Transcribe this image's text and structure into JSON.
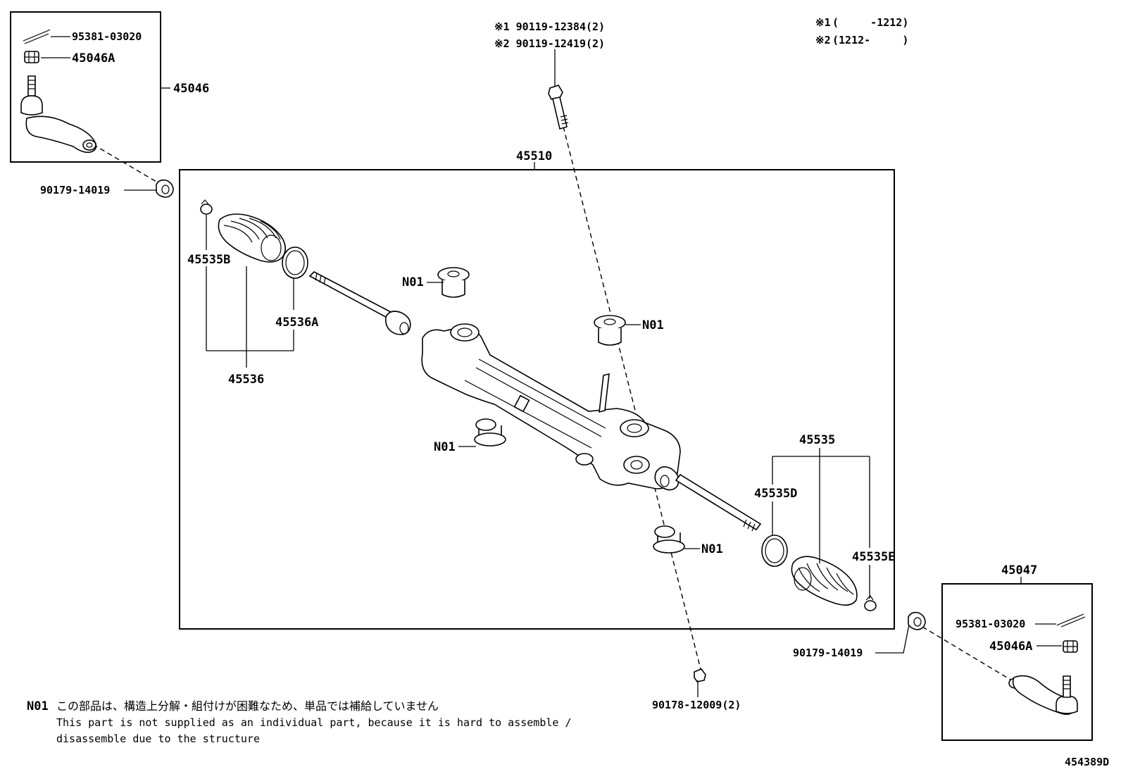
{
  "diagram": {
    "legend": {
      "line1_mark": "※1",
      "line1_text": "(     -1212)",
      "line2_mark": "※2",
      "line2_text": "(1212-     )"
    },
    "labels": {
      "cotter_pin_left": "95381-03020",
      "nut_left": "45046A",
      "tie_rod_end_left": "45046",
      "lock_nut_left": "90179-14019",
      "bolt_variant1": "※1 90119-12384(2)",
      "bolt_variant2": "※2 90119-12419(2)",
      "rack_assembly": "45510",
      "clamp_left": "45535B",
      "ring_left": "45536A",
      "boot_left_set": "45536",
      "bushing_top_left": "N01",
      "bushing_top_right": "N01",
      "bushing_bottom_left": "N01",
      "bushing_bottom_right": "N01",
      "boot_right_set": "45535",
      "ring_right": "45535D",
      "clamp_right": "45535E",
      "tie_rod_end_right": "45047",
      "cotter_pin_right": "95381-03020",
      "nut_right": "45046A",
      "lock_nut_right": "90179-14019",
      "bolt_bottom": "90178-12009(2)"
    },
    "note": {
      "code": "N01",
      "japanese": "この部品は、構造上分解・組付けが困難なため、単品では補給していません",
      "english_line1": "This part is not supplied as an individual part, because it is hard to assemble /",
      "english_line2": "disassemble due to the structure"
    },
    "figure_id": "454389D"
  }
}
